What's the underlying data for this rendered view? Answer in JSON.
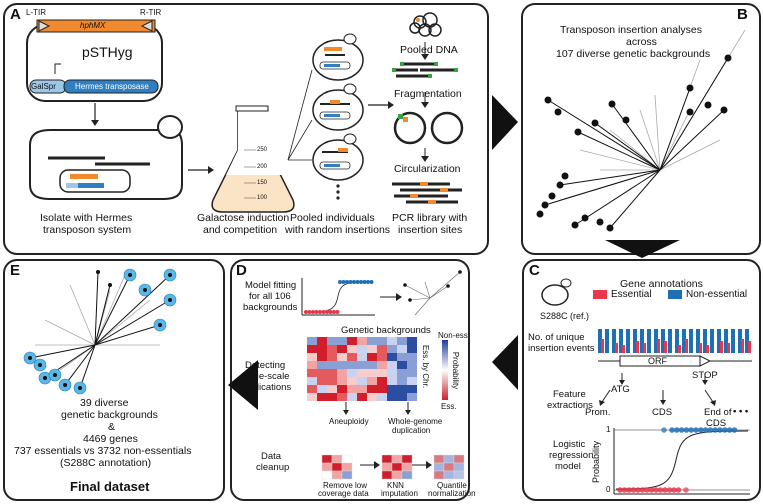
{
  "panels": {
    "A": {
      "label": "A",
      "plasmid": {
        "name": "pSTHyg",
        "ltir": "L-TIR",
        "rtir": "R-TIR",
        "marker": "hphMX",
        "promoter": "GalSpr",
        "transposase": "Hermes transposase"
      },
      "captions": [
        "Isolate with Hermes",
        "transposon system",
        "Galactose induction",
        "and competition",
        "Pooled individuals",
        "with random insertions",
        "PCR library with",
        "insertion sites"
      ],
      "steps": [
        "Pooled DNA",
        "Fragmentation",
        "Circularization"
      ],
      "flask_marks": [
        "250",
        "200",
        "150",
        "100"
      ]
    },
    "B": {
      "label": "B",
      "title": [
        "Transposon insertion analyses",
        "across",
        "107 diverse genetic backgrounds"
      ]
    },
    "C": {
      "label": "C",
      "strain": "S288C (ref.)",
      "heading": "Gene annotations",
      "legend": {
        "essential": "Essential",
        "nonessential": "Non-essential"
      },
      "rows": [
        "No. of unique",
        "insertion events",
        "Feature",
        "extractions",
        "Logistic",
        "regression",
        "model"
      ],
      "orf": "ORF",
      "codons": [
        "ATG",
        "STOP"
      ],
      "features": [
        "Prom.",
        "CDS",
        "End of",
        "CDS",
        "• • •"
      ],
      "yaxis": "Probability",
      "yticks": [
        "1",
        "0"
      ],
      "colors": {
        "essential": "#e8374b",
        "nonessential": "#1f6fb5"
      }
    },
    "D": {
      "label": "D",
      "rows": [
        "Model fitting",
        "for all 106",
        "backgrounds",
        "Detecting",
        "large-scale",
        "duplications",
        "Data",
        "cleanup"
      ],
      "heatmap_title": "Genetic backgrounds",
      "side": [
        "Ess. by Chr."
      ],
      "scale": {
        "top": "Non-ess.",
        "mid": "Probability",
        "bottom": "Ess."
      },
      "arrows": [
        "Aneuploidy",
        "Whole-genome",
        "duplication"
      ],
      "cleanup": [
        "Remove low",
        "coverage data",
        "KNN",
        "imputation",
        "Quantile",
        "normalization"
      ]
    },
    "E": {
      "label": "E",
      "summary": [
        "39 diverse",
        "genetic backgrounds",
        "&",
        "4469 genes",
        "737 essentials vs 3732 non-essentials",
        "(S288C annotation)"
      ],
      "final": "Final dataset"
    }
  }
}
